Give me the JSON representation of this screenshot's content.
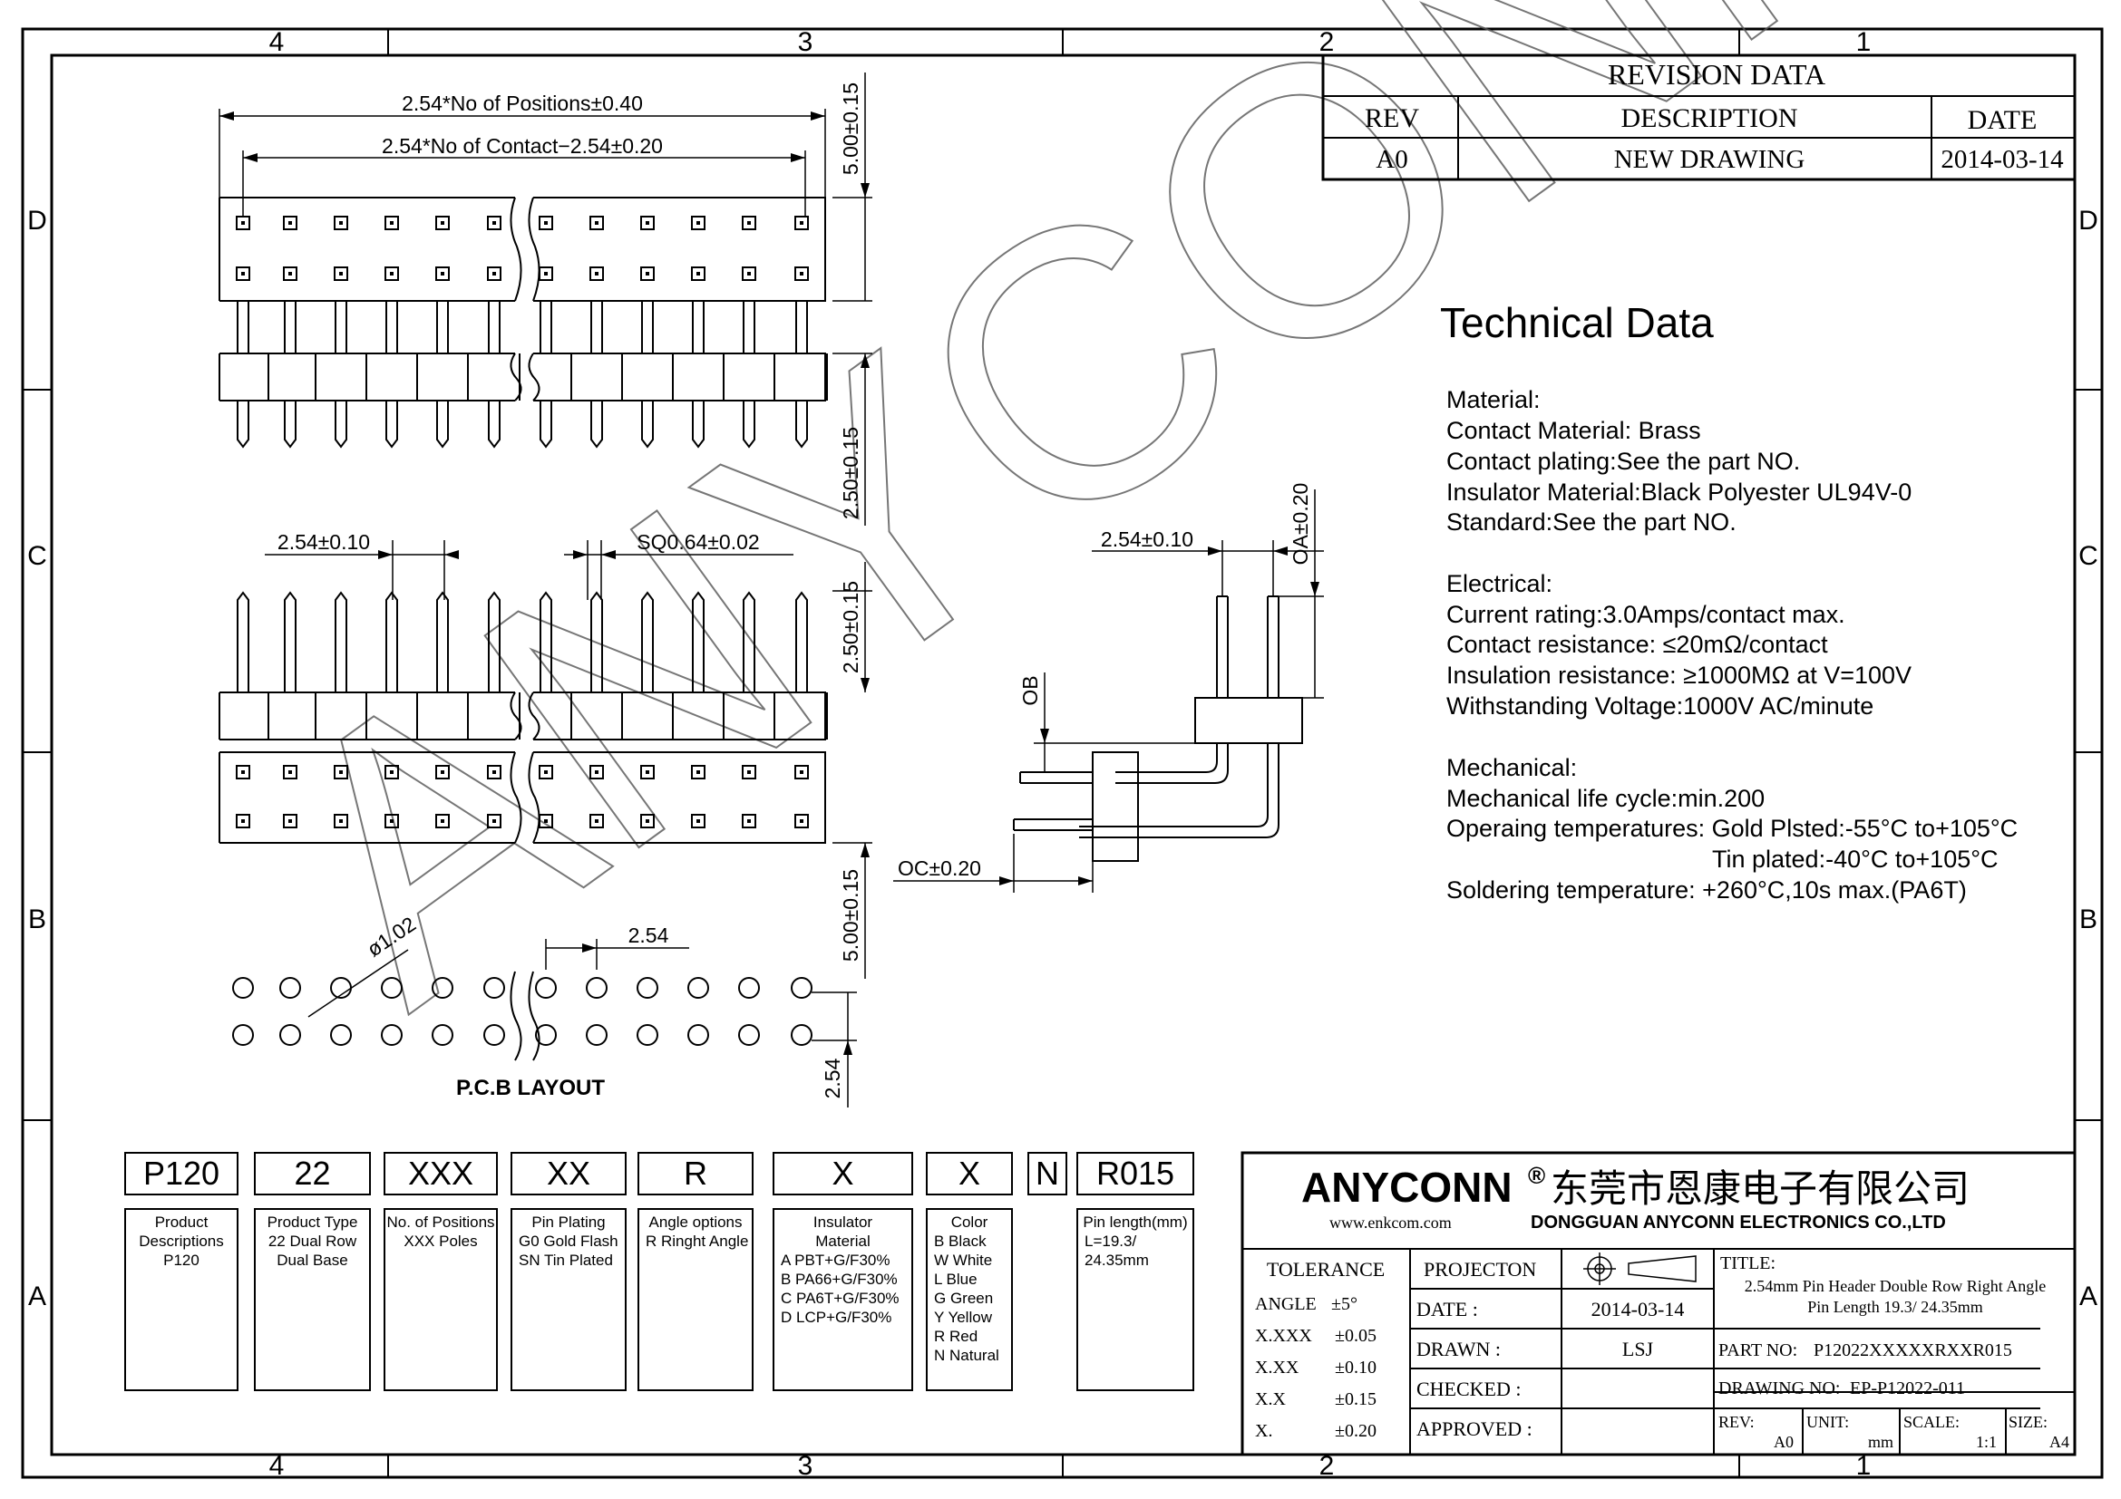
{
  "frame": {
    "col_labels": [
      "4",
      "3",
      "2",
      "1"
    ],
    "row_labels": [
      "D",
      "C",
      "B",
      "A"
    ]
  },
  "watermark": "ANYCONN",
  "revision": {
    "title": "REVISION DATA",
    "headers": [
      "REV",
      "DESCRIPTION",
      "DATE"
    ],
    "rows": [
      [
        "A0",
        "NEW DRAWING",
        "2014-03-14"
      ]
    ]
  },
  "drawing": {
    "top_dim_positions": "2.54*No  of  Positions±0.40",
    "top_dim_contact": "2.54*No  of  Contact−2.54±0.20",
    "dim_top_500": "5.00±0.15",
    "dim_side_250": "2.50±0.15",
    "dim_pitch": "2.54±0.10",
    "dim_sq": "SQ0.64±0.02",
    "dim_mid_250": "2.50±0.15",
    "dim_bot_500": "5.00±0.15",
    "pcb_hole": "ø1.02",
    "pcb_pitch_h": "2.54",
    "pcb_pitch_v": "2.54",
    "pcb_label": "P.C.B  LAYOUT",
    "side_pitch": "2.54±0.10",
    "side_oa": "OA±0.20",
    "side_ob": "OB",
    "side_oc": "OC±0.20"
  },
  "tech": {
    "title": "Technical Data",
    "sections": [
      {
        "heading": "Material:",
        "lines": [
          "Contact Material: Brass",
          "Contact plating:See  the part NO.",
          "Insulator Material:Black Polyester UL94V-0",
          "Standard:See the part NO."
        ]
      },
      {
        "heading": "Electrical:",
        "lines": [
          "Current rating:3.0Amps/contact max.",
          "Contact resistance: ≤20mΩ/contact",
          "Insulation resistance: ≥1000MΩ at V=100V",
          "Withstanding Voltage:1000V AC/minute"
        ]
      },
      {
        "heading": "Mechanical:",
        "lines": [
          "Mechanical life cycle:min.200",
          "Operaing temperatures: Gold Plsted:-55°C to+105°C",
          "Tin plated:-40°C to+105°C",
          "Soldering temperature: +260°C,10s max.(PA6T)"
        ]
      }
    ]
  },
  "part_code": {
    "codes": [
      "P120",
      "22",
      "XXX",
      "XX",
      "R",
      "X",
      "X",
      "N",
      "R015"
    ],
    "desc": [
      [
        "Product",
        "Descriptions",
        "P120"
      ],
      [
        "Product Type",
        "22  Dual  Row",
        "Dual  Base"
      ],
      [
        "No. of Positions",
        "XXX Poles"
      ],
      [
        "Pin Plating",
        "G0  Gold Flash",
        "SN Tin  Plated"
      ],
      [
        "Angle options",
        "R  Ringht Angle"
      ],
      [
        "Insulator",
        "Material",
        "A   PBT+G/F30%",
        "B   PA66+G/F30%",
        "C   PA6T+G/F30%",
        "D   LCP+G/F30%"
      ],
      [
        "Color",
        "B    Black",
        "W    White",
        "L     Blue",
        "G    Green",
        "Y    Yellow",
        "R    Red",
        "N    Natural"
      ],
      [],
      [
        "Pin length(mm)",
        "L=19.3/",
        "24.35mm"
      ]
    ]
  },
  "title_block": {
    "company": "ANYCONN",
    "reg": "®",
    "company_cn": "东莞市恩康电子有限公司",
    "website": "www.enkcom.com",
    "company_en": "DONGGUAN  ANYCONN  ELECTRONICS CO.,LTD",
    "tolerance_title": "TOLERANCE",
    "tolerances": [
      [
        "ANGLE",
        "±5°"
      ],
      [
        "X.XXX",
        "±0.05"
      ],
      [
        "X.XX",
        "±0.10"
      ],
      [
        "X.X",
        "±0.15"
      ],
      [
        "X.",
        "±0.20"
      ]
    ],
    "projection": "PROJECTON",
    "date_label": "DATE :",
    "date_value": "2014-03-14",
    "drawn_label": "DRAWN :",
    "drawn_value": "LSJ",
    "checked_label": "CHECKED :",
    "approved_label": "APPROVED :",
    "title_label": "TITLE:",
    "title_line1": "2.54mm Pin Header Double Row Right Angle",
    "title_line2": "Pin Length 19.3/ 24.35mm",
    "part_no_label": "PART NO:",
    "part_no": "P12022XXXXXRXXR015",
    "drawing_no_label": "DRAWING NO:",
    "drawing_no": "EP-P12022-011",
    "rev_label": "REV:",
    "rev_value": "A0",
    "unit_label": "UNIT:",
    "unit_value": "mm",
    "scale_label": "SCALE:",
    "scale_value": "1:1",
    "size_label": "SIZE:",
    "size_value": "A4"
  }
}
